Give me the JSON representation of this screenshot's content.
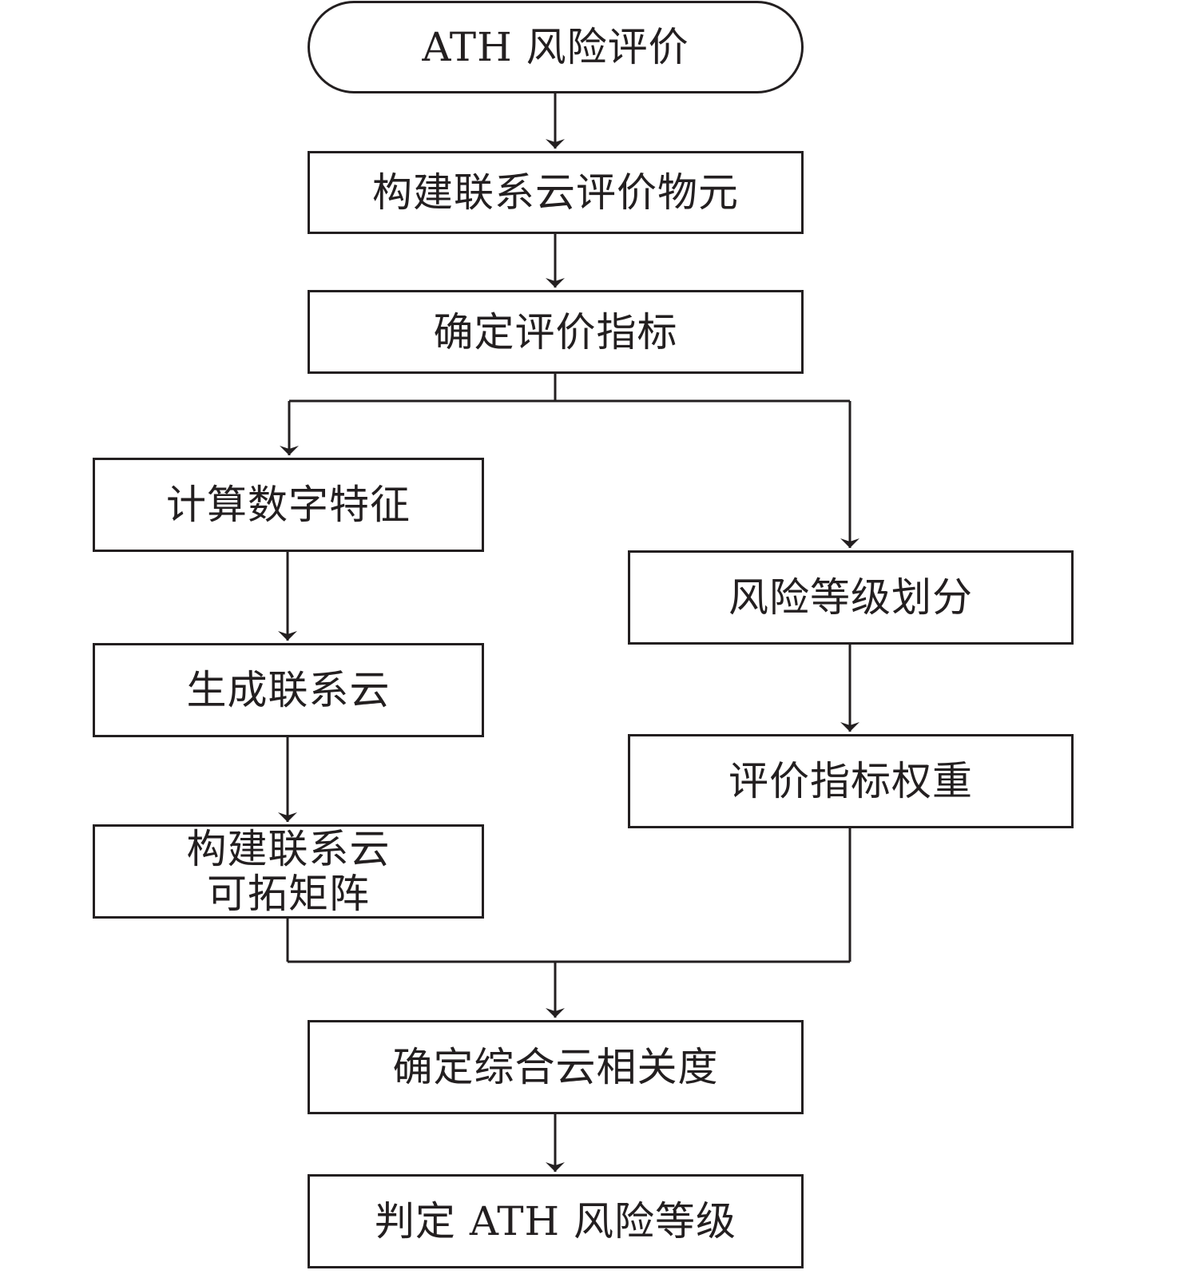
{
  "diagram": {
    "line_color": "#231f20",
    "nodes": {
      "start": "ATH 风险评价",
      "build_matter_element": "构建联系云评价物元",
      "determine_indicators": "确定评价指标",
      "calc_numeric_features": "计算数字特征",
      "generate_connection_cloud": "生成联系云",
      "build_extension_matrix_line1": "构建联系云",
      "build_extension_matrix_line2": "可拓矩阵",
      "risk_level_division": "风险等级划分",
      "indicator_weights": "评价指标权重",
      "comprehensive_correlation": "确定综合云相关度",
      "determine_risk_level": "判定 ATH 风险等级"
    },
    "edges": [
      {
        "from": "start",
        "to": "build_matter_element"
      },
      {
        "from": "build_matter_element",
        "to": "determine_indicators"
      },
      {
        "from": "determine_indicators",
        "to": "calc_numeric_features"
      },
      {
        "from": "determine_indicators",
        "to": "risk_level_division"
      },
      {
        "from": "calc_numeric_features",
        "to": "generate_connection_cloud"
      },
      {
        "from": "generate_connection_cloud",
        "to": "build_extension_matrix"
      },
      {
        "from": "risk_level_division",
        "to": "indicator_weights"
      },
      {
        "from": "build_extension_matrix",
        "to": "comprehensive_correlation"
      },
      {
        "from": "indicator_weights",
        "to": "comprehensive_correlation"
      },
      {
        "from": "comprehensive_correlation",
        "to": "determine_risk_level"
      }
    ]
  }
}
